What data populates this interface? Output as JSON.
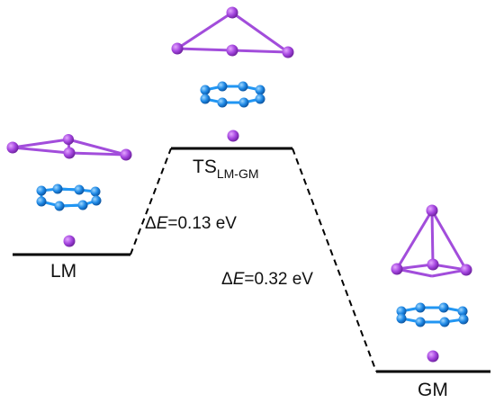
{
  "labels": {
    "lm": "LM",
    "ts_main": "TS",
    "ts_sub": "LM-GM",
    "gm": "GM",
    "delta1_prefix": "Δ",
    "delta1_var": "E",
    "delta1_value": "=0.13 eV",
    "delta2_prefix": "Δ",
    "delta2_var": "E",
    "delta2_value": "=0.32 eV"
  },
  "colors": {
    "purple_atom": "#9b3fd0",
    "purple_bond": "#a24ddb",
    "blue_atom": "#1e88e5",
    "blue_bond": "#2196f3",
    "line": "#000000"
  }
}
